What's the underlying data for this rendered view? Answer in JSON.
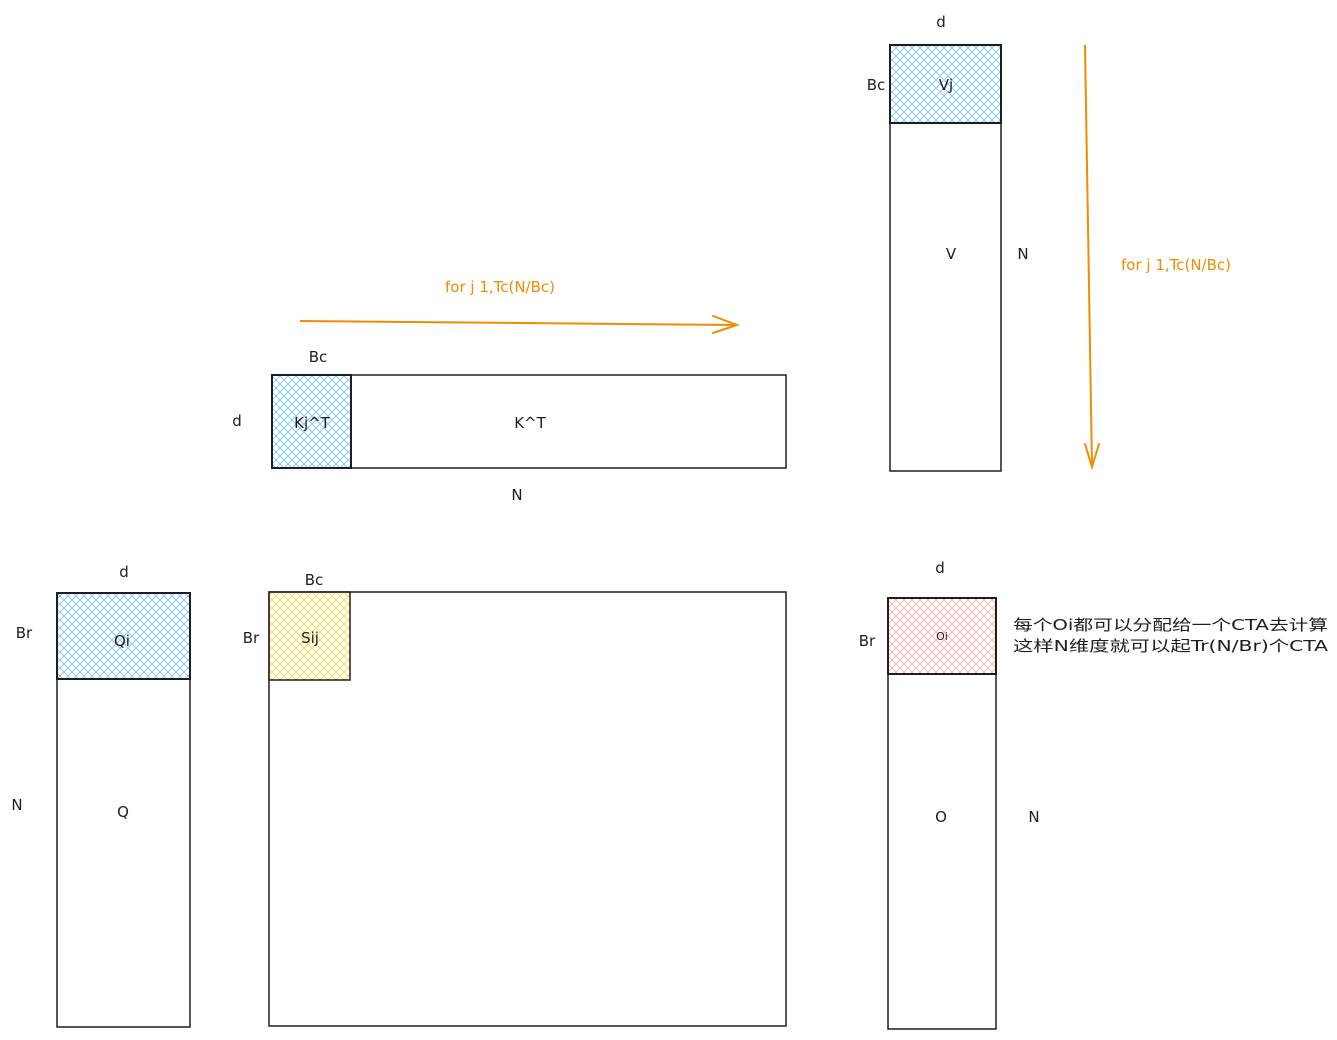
{
  "colors": {
    "stroke": "#1e1e1e",
    "arrow": "#f08c00",
    "blue_hatch": "#a5d8ff",
    "yellow_hatch": "#ffec99",
    "red_hatch": "#ffc9c9"
  },
  "k_matrix": {
    "label": "K^T",
    "block_label": "Kj^T",
    "dim_block": "Bc",
    "dim_rows": "d",
    "dim_cols": "N"
  },
  "k_loop_arrow": {
    "label": "for j 1,Tc(N/Bc)"
  },
  "v_matrix": {
    "label": "V",
    "block_label": "Vj",
    "dim_cols": "d",
    "dim_block": "Bc",
    "dim_rows": "N"
  },
  "v_loop_arrow": {
    "label": "for j 1,Tc(N/Bc)"
  },
  "q_matrix": {
    "label": "Q",
    "block_label": "Qi",
    "dim_cols": "d",
    "dim_block": "Br",
    "dim_rows": "N"
  },
  "s_matrix": {
    "block_label": "Sij",
    "dim_block_cols": "Bc",
    "dim_block_rows": "Br"
  },
  "o_matrix": {
    "label": "O",
    "block_label": "Oi",
    "dim_cols": "d",
    "dim_block": "Br",
    "dim_rows": "N"
  },
  "note": {
    "line1": "每个Oi都可以分配给一个CTA去计算",
    "line2": "这样N维度就可以起Tr(N/Br)个CTA"
  }
}
